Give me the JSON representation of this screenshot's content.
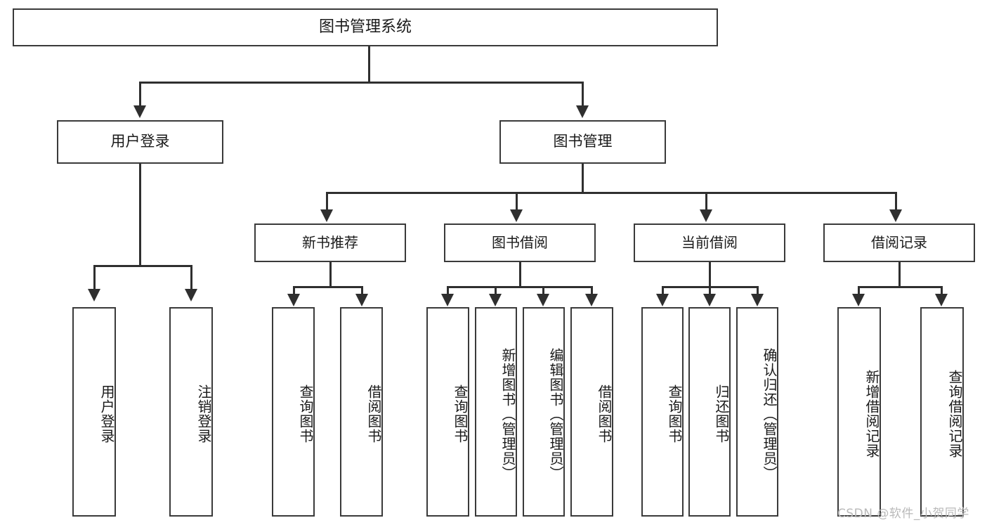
{
  "diagram": {
    "title": "图书管理系统",
    "type": "hierarchy-tree",
    "root": {
      "label": "图书管理系统"
    },
    "level2": [
      {
        "label": "用户登录"
      },
      {
        "label": "图书管理"
      }
    ],
    "level3": [
      {
        "label": "新书推荐"
      },
      {
        "label": "图书借阅"
      },
      {
        "label": "当前借阅"
      },
      {
        "label": "借阅记录"
      }
    ],
    "leaves": {
      "user_login": [
        {
          "label": "用户登录"
        },
        {
          "label": "注销登录"
        }
      ],
      "new_book_recommend": [
        {
          "label": "查询图书"
        },
        {
          "label": "借阅图书"
        }
      ],
      "book_borrow": [
        {
          "label": "查询图书"
        },
        {
          "label": "新增图书（管理员）"
        },
        {
          "label": "编辑图书（管理员）"
        },
        {
          "label": "借阅图书"
        }
      ],
      "current_borrow": [
        {
          "label": "查询图书"
        },
        {
          "label": "归还图书"
        },
        {
          "label": "确认归还（管理员）"
        }
      ],
      "borrow_record": [
        {
          "label": "新增借阅记录"
        },
        {
          "label": "查询借阅记录"
        }
      ]
    }
  },
  "watermark": {
    "text": "CSDN @软件_小贺同学"
  },
  "colors": {
    "box_border": "#3a3a3a",
    "connector": "#2f2f2f",
    "text": "#1a1a1a",
    "background": "#ffffff",
    "watermark": "#b9b9b9"
  }
}
